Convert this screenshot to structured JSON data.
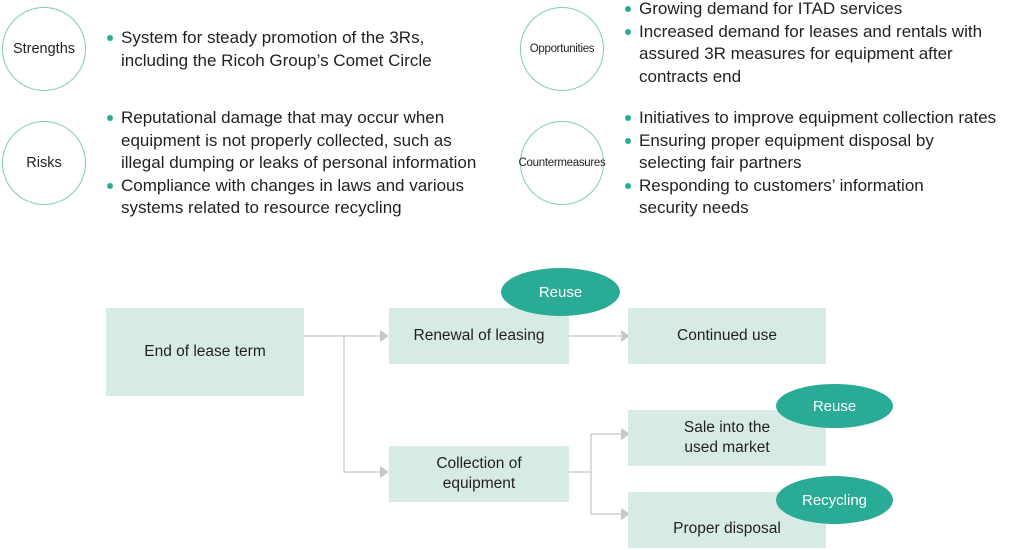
{
  "swot": {
    "strengths": {
      "label": "Strengths",
      "items": [
        "System for steady promotion of the 3Rs,\nincluding the Ricoh Group’s Comet Circle"
      ]
    },
    "risks": {
      "label": "Risks",
      "items": [
        "Reputational damage that may occur when\nequipment is not properly collected, such as\nillegal dumping or leaks of personal information",
        "Compliance with changes in laws and various\nsystems related to resource recycling"
      ]
    },
    "opportunities": {
      "label": "Opportunities",
      "items": [
        "Growing demand for ITAD services",
        "Increased demand for leases and rentals with\nassured 3R measures for equipment after\ncontracts end"
      ]
    },
    "countermeasures": {
      "label": "Countermeasures",
      "items": [
        "Initiatives to improve equipment collection rates",
        "Ensuring proper equipment disposal by\nselecting fair partners",
        "Responding to customers’ information\nsecurity needs"
      ]
    }
  },
  "flow": {
    "end_of_lease": "End of lease term",
    "renewal": "Renewal of leasing",
    "continued_use": "Continued use",
    "collection": "Collection of\nequipment",
    "sale_used": "Sale into the\nused market",
    "proper_disposal": "Proper disposal",
    "tag_reuse_top": "Reuse",
    "tag_reuse_sale": "Reuse",
    "tag_recycling": "Recycling"
  },
  "colors": {
    "accent": "#2aab96",
    "circle_border": "#7fcbbb",
    "box_fill": "#d6ebe5",
    "connector": "#c8c8c8"
  }
}
